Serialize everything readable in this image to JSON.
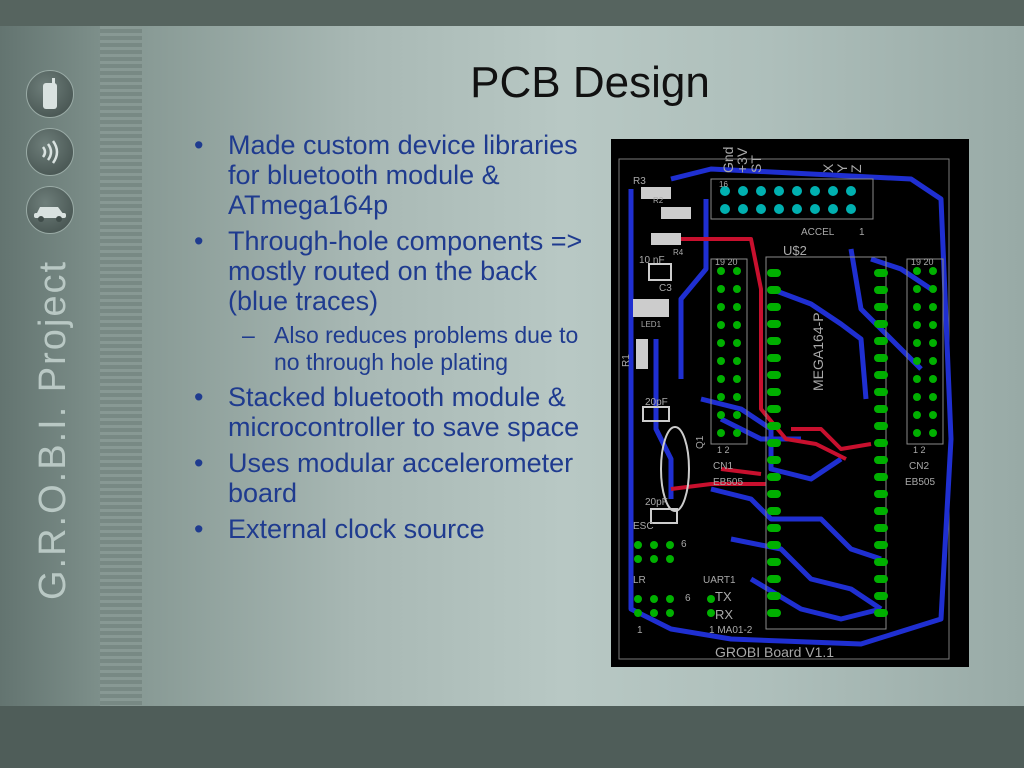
{
  "slide": {
    "title": "PCB Design",
    "vertical_title": "G.R.O.B.I. Project",
    "bullets": [
      "Made custom device libraries for bluetooth module & ATmega164p",
      "Through-hole components => mostly routed on the back (blue traces)",
      "Stacked bluetooth module & microcontroller to save space",
      "Uses modular accelerometer board",
      "External clock source"
    ],
    "sub_bullet": "Also reduces problems due to no through hole plating"
  },
  "side_icons": [
    "phone-icon",
    "sound-waves-icon",
    "car-icon"
  ],
  "pcb": {
    "board_label": "GROBI Board V1.1",
    "labels": {
      "r3": "R3",
      "r2": "R2",
      "r4": "R4",
      "r1": "R1",
      "c3": "C3",
      "c3_val": "10 nF",
      "led": "LED1",
      "pf1": "20pF",
      "pf2": "20pF",
      "q1": "Q1",
      "gnd": "Gnd",
      "v3": "+3V",
      "st": "ST",
      "x": "X",
      "y": "Y",
      "z": "Z",
      "accel": "ACCEL",
      "accel_num": "1",
      "u2": "U$2",
      "mcu": "MEGA164-P",
      "cn1": "CN1",
      "cn2": "CN2",
      "eb1": "EB505",
      "eb2": "EB505",
      "h19_20a": "19 20",
      "h19_20b": "19 20",
      "h1_2a": "1  2",
      "h1_2b": "1  2",
      "esc": "ESC",
      "lr": "LR",
      "six1": "6",
      "six2": "6",
      "one1": "1",
      "one2": "1",
      "uart": "UART1",
      "tx": "TX",
      "rx": "RX",
      "ma": "1 MA01-2",
      "sixteen": "16"
    }
  },
  "colors": {
    "title": "#111111",
    "bullet_text": "#1f3b8f",
    "vertical_title": "#b9c8c4",
    "trace_blue": "#1f2fd1",
    "trace_red": "#c8102e",
    "pad_green": "#00b000"
  }
}
